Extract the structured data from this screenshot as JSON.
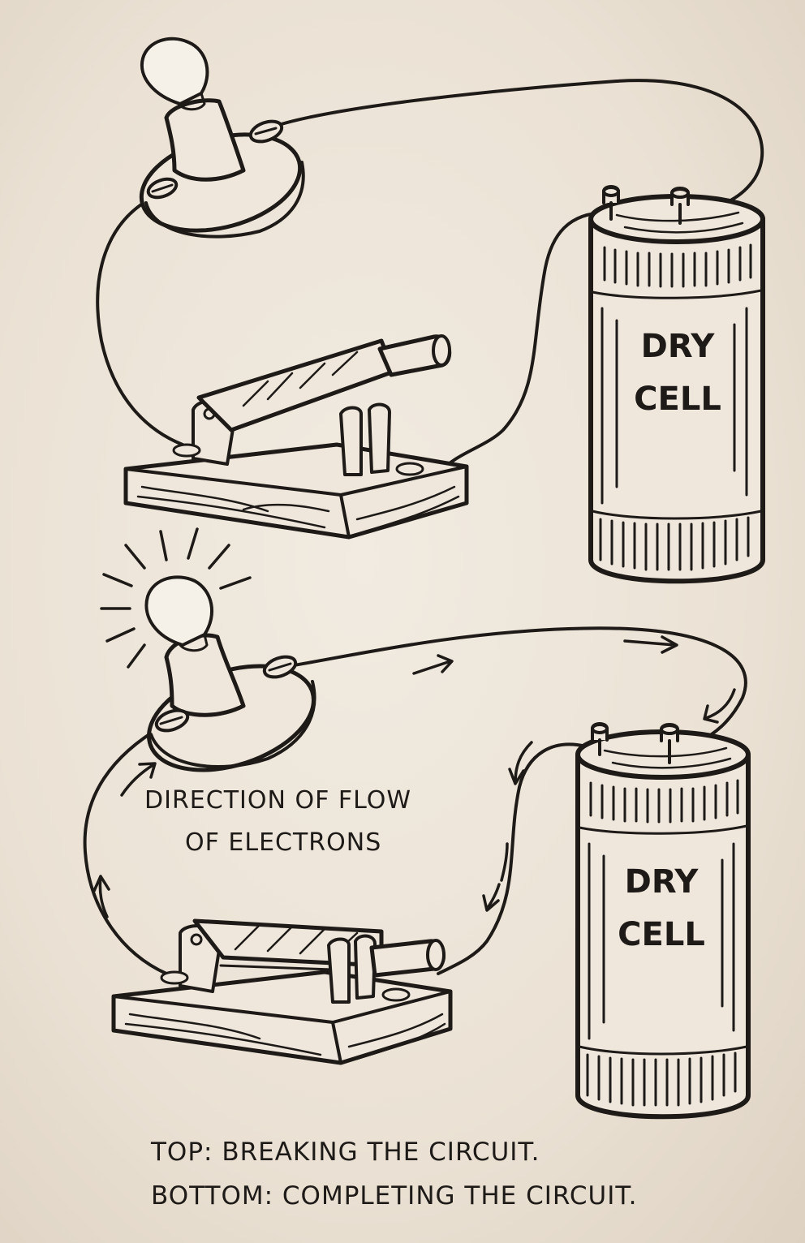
{
  "labels": {
    "top_cell": [
      "DRY",
      "CELL"
    ],
    "bottom_cell": [
      "DRY",
      "CELL"
    ],
    "flow": [
      "DIRECTION OF FLOW",
      "OF ELECTRONS"
    ]
  },
  "caption": {
    "line1": "TOP: BREAKING THE CIRCUIT.",
    "line2": "BOTTOM: COMPLETING THE CIRCUIT."
  },
  "colors": {
    "ink": "#1e1a17",
    "paper": "#ece3d6"
  }
}
